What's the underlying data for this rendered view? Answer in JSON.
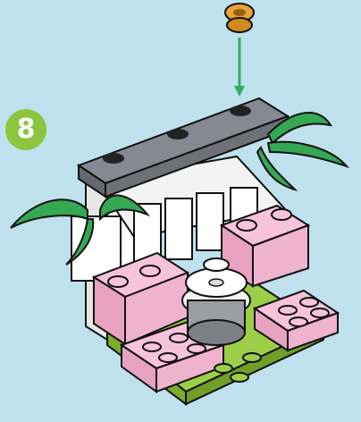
{
  "step": {
    "number": "8"
  },
  "illustration": {
    "parts": [
      "flower-piece",
      "placement-arrow",
      "plate-top",
      "palm-leaves",
      "pink-bricks",
      "white-arch",
      "round-table",
      "green-base-plate"
    ]
  },
  "colors": {
    "background": "#bfe1ee",
    "accent": "#8bc63e",
    "arrow": "#2fae5f",
    "pink": "#f2b6d1",
    "leaf": "#34a853",
    "plate": "#7f8287",
    "flower": "#e8a33a"
  }
}
